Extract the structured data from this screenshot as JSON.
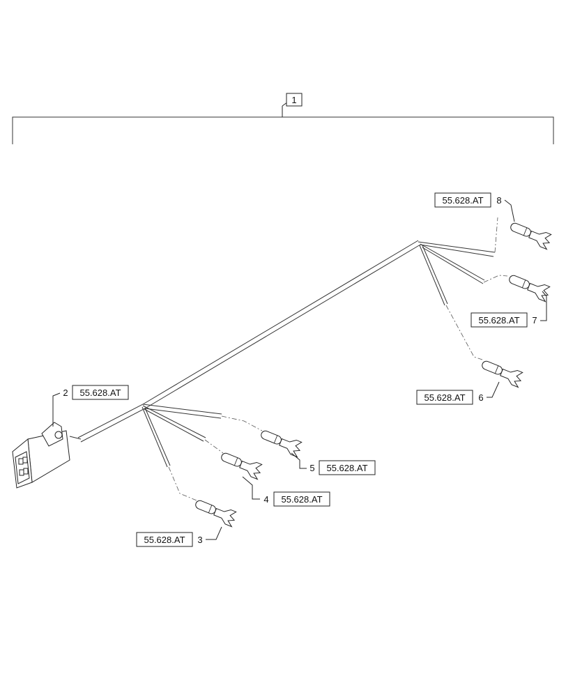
{
  "assembly_callout": "1",
  "callouts": [
    {
      "num": "2",
      "ref": "55.628.AT"
    },
    {
      "num": "3",
      "ref": "55.628.AT"
    },
    {
      "num": "4",
      "ref": "55.628.AT"
    },
    {
      "num": "5",
      "ref": "55.628.AT"
    },
    {
      "num": "6",
      "ref": "55.628.AT"
    },
    {
      "num": "7",
      "ref": "55.628.AT"
    },
    {
      "num": "8",
      "ref": "55.628.AT"
    }
  ]
}
